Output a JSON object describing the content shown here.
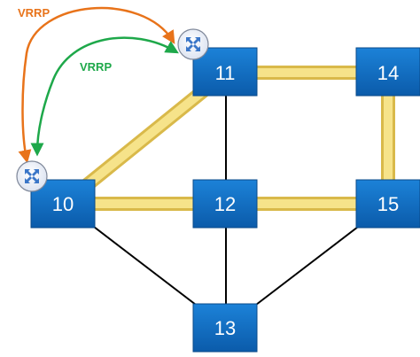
{
  "diagram": {
    "nodes": [
      {
        "id": "10",
        "label": "10",
        "has_router_icon": true
      },
      {
        "id": "11",
        "label": "11",
        "has_router_icon": true
      },
      {
        "id": "12",
        "label": "12",
        "has_router_icon": false
      },
      {
        "id": "13",
        "label": "13",
        "has_router_icon": false
      },
      {
        "id": "14",
        "label": "14",
        "has_router_icon": false
      },
      {
        "id": "15",
        "label": "15",
        "has_router_icon": false
      }
    ],
    "highlighted_links": [
      {
        "from": "10",
        "to": "11"
      },
      {
        "from": "10",
        "to": "12"
      },
      {
        "from": "11",
        "to": "14"
      },
      {
        "from": "14",
        "to": "15"
      },
      {
        "from": "12",
        "to": "15"
      }
    ],
    "plain_links": [
      {
        "from": "11",
        "to": "12"
      },
      {
        "from": "12",
        "to": "13"
      },
      {
        "from": "10",
        "to": "13"
      },
      {
        "from": "15",
        "to": "13"
      }
    ],
    "vrrp_arrows": [
      {
        "label": "VRRP",
        "color": "#E8731A",
        "between": [
          "11",
          "10"
        ]
      },
      {
        "label": "VRRP",
        "color": "#1EA84A",
        "between": [
          "11",
          "10"
        ]
      }
    ],
    "colors": {
      "node_fill": "#0F6FC6",
      "node_border": "#0A4A8A",
      "highlight_link": "#F3DB6B",
      "plain_link": "#000000",
      "router_icon_fill": "#F2F4FA",
      "router_icon_arrows": "#3A76C8"
    }
  }
}
